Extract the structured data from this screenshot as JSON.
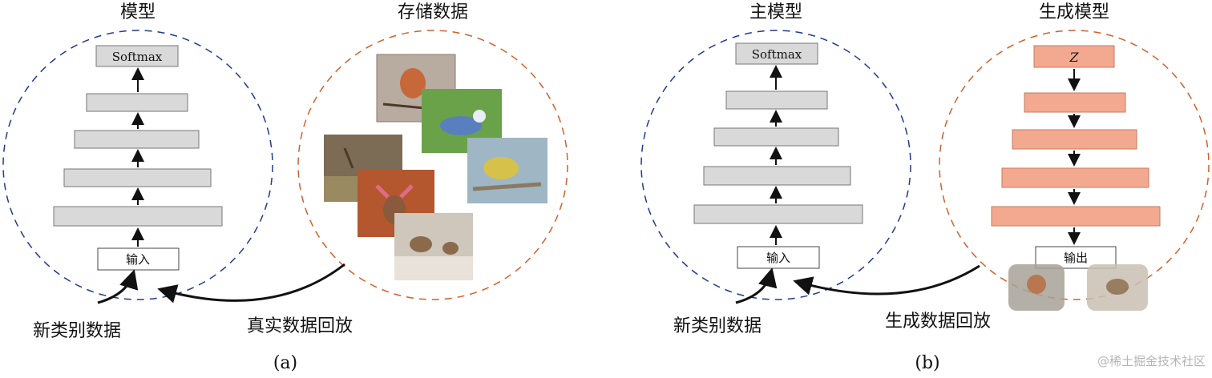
{
  "panel_a": {
    "model_title": "模型",
    "storage_title": "存储数据",
    "softmax_label": "Softmax",
    "input_label": "输入",
    "new_data_label": "新类别数据",
    "replay_label": "真实数据回放",
    "caption": "(a)"
  },
  "panel_b": {
    "main_model_title": "主模型",
    "generator_title": "生成模型",
    "softmax_label": "Softmax",
    "input_label": "输入",
    "z_label": "Z",
    "output_label": "输出",
    "new_data_label": "新类别数据",
    "replay_label": "生成数据回放",
    "caption": "(b)"
  },
  "watermark": "@稀土掘金技术社区",
  "colors": {
    "blue_dashed": "#1f3a93",
    "orange_dashed": "#d2602a",
    "layer_fill": "#d9d9d9",
    "generator_fill": "#f3a98f"
  }
}
